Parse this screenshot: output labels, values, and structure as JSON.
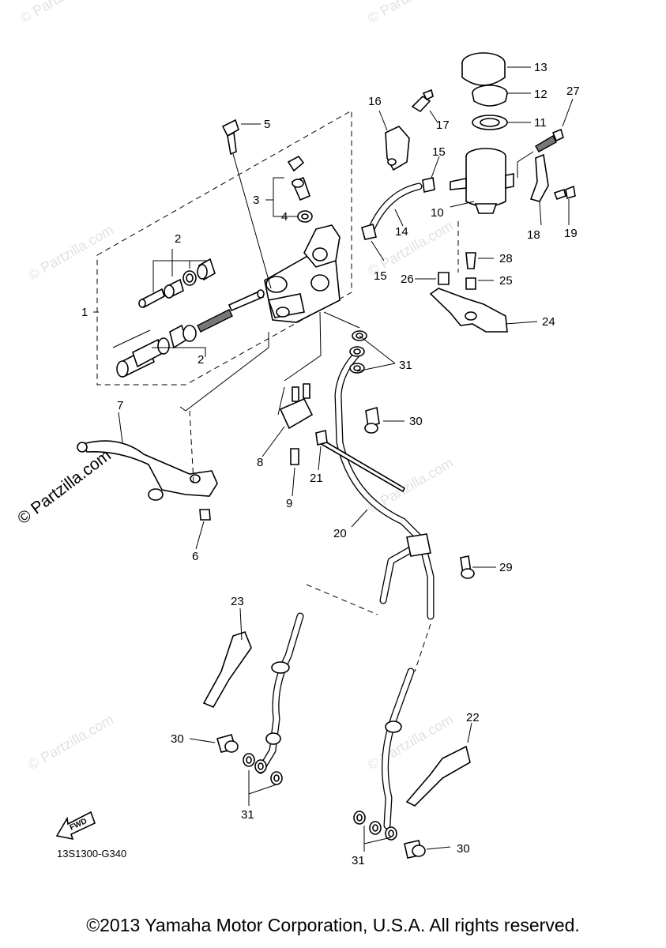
{
  "diagram": {
    "code": "13S1300-G340",
    "copyright": "©2013 Yamaha Motor Corporation, U.S.A. All rights reserved.",
    "watermark": "© Partzilla.com",
    "brand_side": "© Partzilla.com",
    "fwd_label": "FWD",
    "callouts": [
      "1",
      "2",
      "2",
      "3",
      "4",
      "5",
      "6",
      "7",
      "8",
      "9",
      "10",
      "11",
      "12",
      "13",
      "14",
      "15",
      "15",
      "16",
      "17",
      "18",
      "19",
      "20",
      "21",
      "22",
      "23",
      "24",
      "25",
      "26",
      "27",
      "28",
      "29",
      "30",
      "30",
      "30",
      "31",
      "31",
      "31"
    ]
  }
}
